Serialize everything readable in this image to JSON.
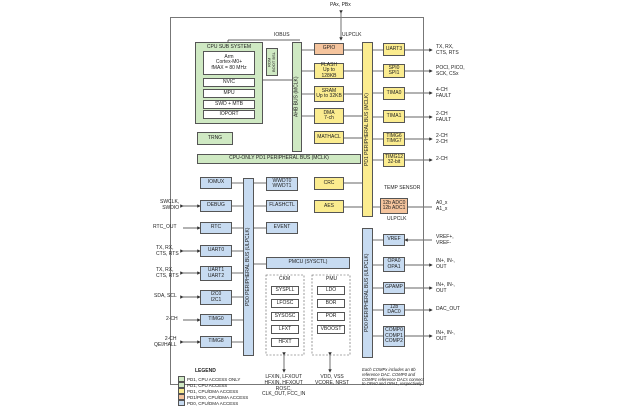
{
  "top": {
    "pins": "PAx, PBx",
    "iobus": "IOBUS",
    "ulpclk": "ULPCLK"
  },
  "cpu": {
    "title": "CPU SUB SYSTEM",
    "core": "Arm\nCortex-M0+\nfMAX = 80 MHz",
    "nvic": "NVIC",
    "mpu": "MPU",
    "swd": "SWD + MTB",
    "ioport": "IOPORT"
  },
  "rom": "ROM\nBOOT  BSL",
  "ahb": "AHB BUS (MCLK)",
  "center": {
    "gpio": "GPIO",
    "flash": "FLASH\nUp to 128KB",
    "sram": "SRAM\nUp to 32KB",
    "dma": "DMA\n7-ch",
    "mathacl": "MATHACL",
    "crc": "CRC",
    "aes": "AES",
    "flashctl": "FLASHCTL",
    "event": "EVENT",
    "wwdt": "WWDT0\nWWDT1"
  },
  "trng": "TRNG",
  "cpu_bus": "CPU-ONLY  PD1 PERIPHERAL BUS (MCLK)",
  "pd1_bus": "PD1 PERIPHERAL BUS (MCLK)",
  "pd0_bus_left": "PD0 PERIPHERAL BUS (ULPCLK)",
  "pd0_bus_right": "PD0 PERIPHERAL BUS (ULPCLK)",
  "left": {
    "iomux": "IOMUX",
    "debug": "DEBUG",
    "rtc": "RTC",
    "uart0": "UART0",
    "uart12": "UART1\nUART2",
    "i2c": "I2C0\nI2C1",
    "timg0": "TIMG0",
    "timg8": "TIMG8"
  },
  "left_pins": {
    "debug": "SWCLK,\nSWDIO",
    "rtc": "RTC_OUT",
    "uart0": "TX, RX,\nCTS, RTS",
    "uart12": "TX, RX,\nCTS, RTS",
    "i2c": "SDA, SCL",
    "timg0": "2-CH",
    "timg8": "2-CH\nQEI/HALL"
  },
  "pmcu": {
    "title": "PMCU (SYSCTL)",
    "ckm": "CKM",
    "ckm_items": [
      "SYSPLL",
      "LFOSC",
      "SYSOSC",
      "LFXT",
      "HFXT"
    ],
    "pmu": "PMU",
    "pmu_items": [
      "LDO",
      "BOR",
      "POR",
      "VBOOST"
    ],
    "ckm_pins": "LFXIN, LFXOUT\nHFXIN, HFXOUT\nROSC,\nCLK_OUT, FCC_IN",
    "pmu_pins": "VDD, VSS\nVCORE, NRST"
  },
  "right": {
    "uart3": "UART3",
    "spi": "SPI0\nSPI1",
    "tima0": "TIMA0",
    "tima1": "TIMA1",
    "timg67": "TIMG6\nTIMG7",
    "timg12": "TIMG12\n32-bit",
    "adc": "12b ADC0\n12b ADC1",
    "temp": "TEMP SENSOR",
    "vref": "VREF",
    "opa": "OPA0\nOPA1",
    "gpamp": "GPAMP",
    "dac": "12b DAC0",
    "comp": "COMP0\nCOMP1\nCOMP2"
  },
  "right_pins": {
    "uart3": "TX, RX,\nCTS, RTS",
    "spi": "POCI, PICO,\nSCK, CSx",
    "tima0": "4-CH\nFAULT",
    "tima1": "2-CH\nFAULT",
    "timg67": "2-CH\n2-CH",
    "timg12": "2-CH",
    "adc": "A0_x\nA1_x",
    "vref": "VREF+,\nVREF-",
    "opa": "IN+, IN-,\nOUT",
    "gpamp": "IN+, IN-,\nOUT",
    "dac": "DAC_OUT",
    "comp": "IN+, IN-,\nOUT"
  },
  "adc_ulpclk": "ULPCLK",
  "legend": {
    "title": "LEGEND",
    "items": [
      {
        "label": "PD1, CPU ACCESS ONLY",
        "color": "#cfe9c3"
      },
      {
        "label": "PD1, CPU ACCESS",
        "color": "#cfe9c3"
      },
      {
        "label": "PD1, CPU/DMA ACCESS",
        "color": "#fbec8f"
      },
      {
        "label": "PD1/PD0, CPU/DMA ACCESS",
        "color": "#f5c49d"
      },
      {
        "label": "PD0, CPU/DMA ACCESS",
        "color": "#c7dbf1"
      }
    ],
    "note": "Each COMPx includes an 8b\nreference DAC. COMP0 and\nCOMP1 reference DACs connect\nto OPA0 and OPA1, respectively."
  },
  "colors": {
    "green": "#cfe9c3",
    "blue": "#c7dbf1",
    "orange": "#f5c49d",
    "yellow": "#fbec8f"
  }
}
